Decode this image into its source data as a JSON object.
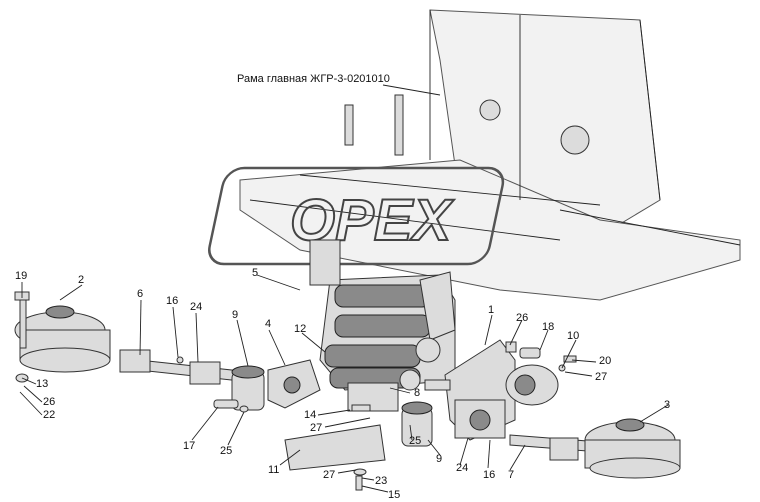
{
  "caption": "Рама главная ЖГР-3-0201010",
  "watermark": "OPEX",
  "callouts": [
    {
      "id": "c1",
      "text": "1"
    },
    {
      "id": "c2",
      "text": "2"
    },
    {
      "id": "c3",
      "text": "3"
    },
    {
      "id": "c4",
      "text": "4"
    },
    {
      "id": "c5",
      "text": "5"
    },
    {
      "id": "c6",
      "text": "6"
    },
    {
      "id": "c7",
      "text": "7"
    },
    {
      "id": "c8",
      "text": "8"
    },
    {
      "id": "c9a",
      "text": "9"
    },
    {
      "id": "c9b",
      "text": "9"
    },
    {
      "id": "c10",
      "text": "10"
    },
    {
      "id": "c11",
      "text": "11"
    },
    {
      "id": "c12",
      "text": "12"
    },
    {
      "id": "c13",
      "text": "13"
    },
    {
      "id": "c14",
      "text": "14"
    },
    {
      "id": "c15",
      "text": "15"
    },
    {
      "id": "c16a",
      "text": "16"
    },
    {
      "id": "c16b",
      "text": "16"
    },
    {
      "id": "c17",
      "text": "17"
    },
    {
      "id": "c18",
      "text": "18"
    },
    {
      "id": "c19",
      "text": "19"
    },
    {
      "id": "c20",
      "text": "20"
    },
    {
      "id": "c22",
      "text": "22"
    },
    {
      "id": "c23",
      "text": "23"
    },
    {
      "id": "c24a",
      "text": "24"
    },
    {
      "id": "c24b",
      "text": "24"
    },
    {
      "id": "c25a",
      "text": "25"
    },
    {
      "id": "c25b",
      "text": "25"
    },
    {
      "id": "c26a",
      "text": "26"
    },
    {
      "id": "c26b",
      "text": "26"
    },
    {
      "id": "c27a",
      "text": "27"
    },
    {
      "id": "c27b",
      "text": "27"
    }
  ]
}
